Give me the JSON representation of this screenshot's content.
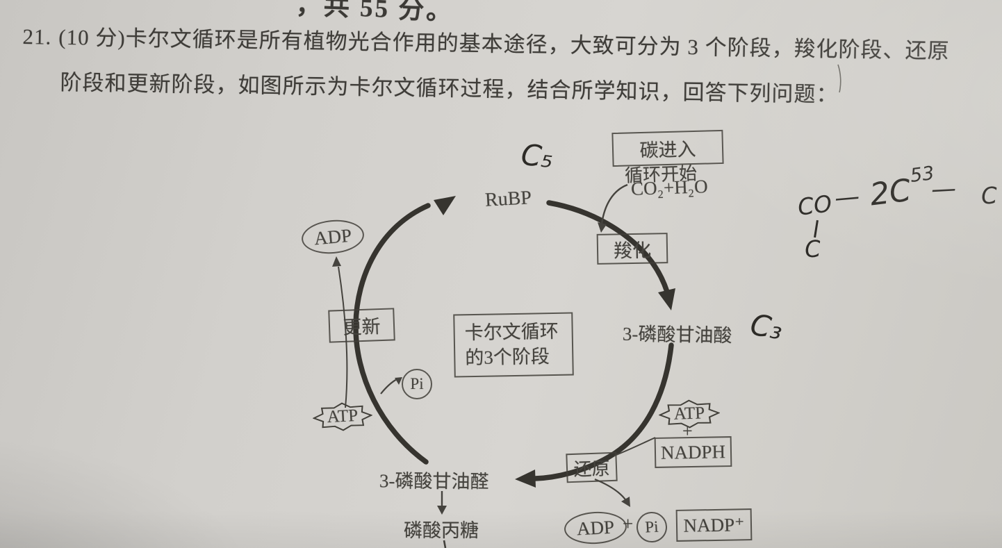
{
  "photo": {
    "top_partial": "，共 55 分。"
  },
  "question": {
    "number": "21.",
    "line1_rest": "(10 分)卡尔文循环是所有植物光合作用的基本途径，大致可分为 3 个阶段，羧化阶段、还原",
    "line2": "阶段和更新阶段，如图所示为卡尔文循环过程，结合所学知识，回答下列问题："
  },
  "diagram": {
    "carbon_entry": "碳进入",
    "cycle_start": "循环开始",
    "co2_h2o": "CO₂+H₂O",
    "rubp": "RuBP",
    "adp_top": "ADP",
    "carboxylation": "羧化",
    "regeneration": "更新",
    "center_line1": "卡尔文循环",
    "center_line2": "的3个阶段",
    "pga": "3-磷酸甘油酸",
    "pi_mid": "Pi",
    "atp_left": "ATP",
    "atp_right": "ATP",
    "plus_right": "+",
    "nadph": "NADPH",
    "reduction": "还原",
    "g3p": "3-磷酸甘油醛",
    "triose": "磷酸丙糖",
    "adp_bottom": "ADP",
    "plus_bottom": "+",
    "pi_bottom": "Pi",
    "nadp": "NADP⁺"
  },
  "handwriting": {
    "c5": "C₅",
    "c3": "C₃",
    "note_co": "CO",
    "note_c_below": "C",
    "note_dash1": "—",
    "note_2c": "2C",
    "note_sup": "53",
    "note_dash2": "—",
    "note_c_right": "C"
  },
  "colors": {
    "ink": "#3a3834",
    "pen": "#2d2b27",
    "paper": "#d2d0cc"
  }
}
